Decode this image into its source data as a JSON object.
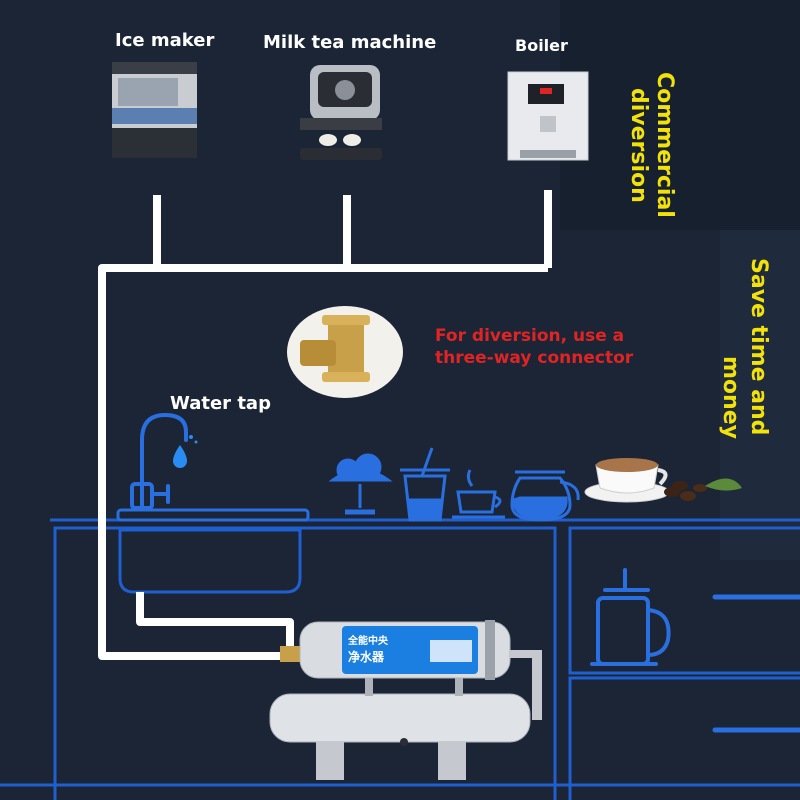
{
  "labels": {
    "ice_maker": "Ice maker",
    "milk_tea_machine": "Milk tea machine",
    "boiler": "Boiler",
    "water_tap": "Water tap",
    "diversion_note_line1": "For diversion, use a",
    "diversion_note_line2": "three-way connector",
    "commercial_diversion_line1": "Commercial",
    "commercial_diversion_line2": "diversion",
    "save_line1": "Save time and",
    "save_line2": "money",
    "purifier_title_line1": "全能中央",
    "purifier_title_line2": "净水器"
  },
  "colors": {
    "background": "#1b2536",
    "pipe": "#ffffff",
    "outline_blue": "#1f5fd0",
    "icon_blue": "#2a6fe0",
    "note_red": "#e02424",
    "headline_yellow": "#f2e20a",
    "brass": "#c9a04a"
  },
  "icons": [
    "ice-maker-icon",
    "milk-tea-machine-icon",
    "boiler-icon",
    "three-way-connector-icon",
    "water-tap-icon",
    "ice-cream-icon",
    "bubble-tea-icon",
    "coffee-cup-icon",
    "coffee-pot-icon",
    "coffee-mug-icon",
    "french-press-icon",
    "water-purifier-icon"
  ]
}
